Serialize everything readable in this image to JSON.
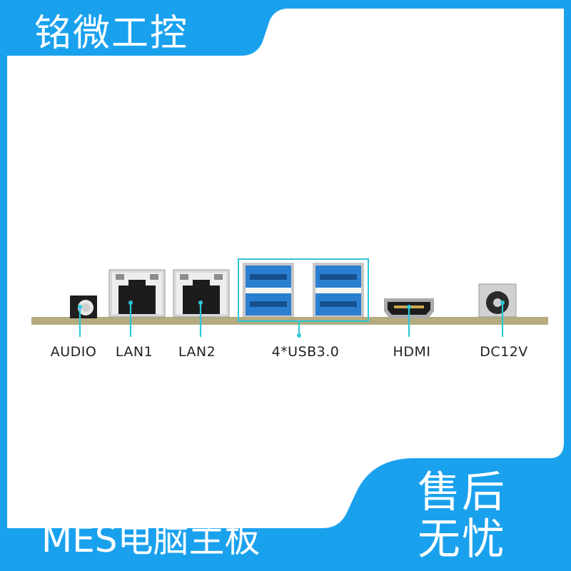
{
  "brand": {
    "name": "铭微工控"
  },
  "product": {
    "title": "MES电脑主板"
  },
  "badge": {
    "line1": "售后",
    "line2": "无忧"
  },
  "ports": [
    {
      "id": "audio",
      "label": "AUDIO"
    },
    {
      "id": "lan1",
      "label": "LAN1"
    },
    {
      "id": "lan2",
      "label": "LAN2"
    },
    {
      "id": "usb",
      "label": "4*USB3.0"
    },
    {
      "id": "hdmi",
      "label": "HDMI"
    },
    {
      "id": "dc",
      "label": "DC12V"
    }
  ],
  "colors": {
    "background": "#1aa1ee",
    "panel": "#ffffff",
    "board": "#b5ab7f",
    "callout": "#2ec7d8",
    "usb_blue": "#2a7fd0"
  }
}
